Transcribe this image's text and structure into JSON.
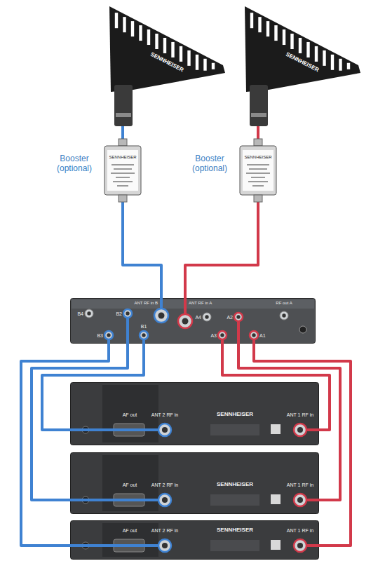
{
  "diagram": {
    "nodes": [
      {
        "text": [
          "SENNHEISER"
        ]
      },
      {
        "text": [
          "SENNHEISER"
        ]
      },
      {
        "text": [
          "Booster (optional)",
          "SENNHEISER"
        ]
      },
      {
        "text": [
          "Booster (optional)",
          "SENNHEISER"
        ]
      },
      {
        "text": [
          "ANT RF in B",
          "B4",
          "B2",
          "B3",
          "B1",
          "ANT RF in A",
          "A4",
          "A2",
          "A3",
          "A1",
          "RF out A"
        ]
      },
      {
        "text": [
          "AF out",
          "ANT 2 RF in",
          "SENNHEISER",
          "ANT 1 RF in"
        ]
      },
      {
        "text": [
          "AF out",
          "ANT 2 RF in",
          "SENNHEISER",
          "ANT 1 RF in"
        ]
      },
      {
        "text": [
          "AF out",
          "ANT 2 RF in",
          "SENNHEISER",
          "ANT 1 RF in"
        ]
      }
    ],
    "edges": [
      {
        "from": 0,
        "to": 2,
        "arrow": "none"
      },
      {
        "from": 1,
        "to": 3,
        "arrow": "none"
      },
      {
        "from": 2,
        "to": 4,
        "arrow": "none"
      },
      {
        "from": 3,
        "to": 4,
        "arrow": "none"
      },
      {
        "from": 4,
        "to": 5,
        "arrow": "none"
      },
      {
        "from": 4,
        "to": 5,
        "arrow": "none"
      },
      {
        "from": 4,
        "to": 6,
        "arrow": "none"
      },
      {
        "from": 4,
        "to": 6,
        "arrow": "none"
      },
      {
        "from": 4,
        "to": 7,
        "arrow": "none"
      },
      {
        "from": 4,
        "to": 7,
        "arrow": "none"
      }
    ]
  }
}
